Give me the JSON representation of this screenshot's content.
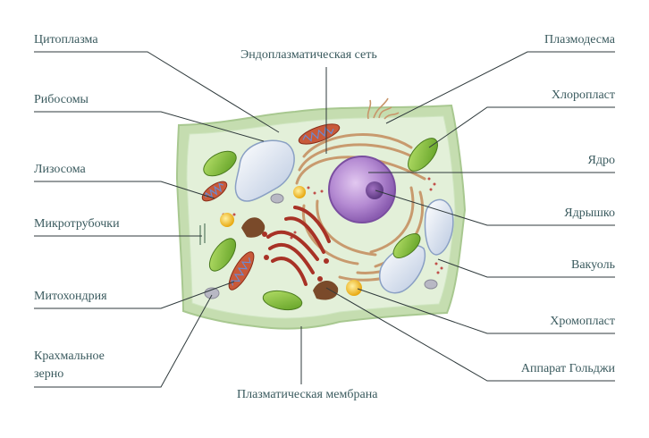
{
  "labels": {
    "cytoplasm": "Цитоплазма",
    "er": "Эндоплазматическая сеть",
    "plasmodesma": "Плазмодесма",
    "ribosomes": "Рибосомы",
    "chloroplast": "Хлоропласт",
    "nucleus": "Ядро",
    "lysosome": "Лизосома",
    "nucleolus": "Ядрышко",
    "microtubules": "Микротрубочки",
    "vacuole": "Вакуоль",
    "mitochondrion": "Митохондрия",
    "chromoplast": "Хромопласт",
    "starch_line1": "Крахмальное",
    "starch_line2": "зерно",
    "golgi": "Аппарат Гольджи",
    "membrane": "Плазматическая мембрана"
  },
  "colors": {
    "label_text": "#3a5a5e",
    "leader_line": "#2f3a3c",
    "cell_wall": "#c5ddb0",
    "cytoplasm": "#e3f0d9",
    "nucleus": "#b48ad2",
    "chloroplast": "#8cc63f",
    "mitochondrion": "#c85a3a",
    "vacuole": "#e8eef8",
    "chromoplast": "#f2c21b",
    "golgi": "#a83226",
    "er": "#c89a6e"
  }
}
